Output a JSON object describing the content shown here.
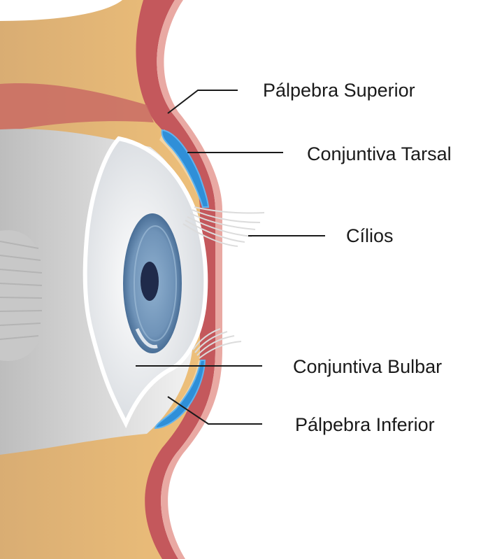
{
  "diagram": {
    "labels": {
      "upper_eyelid": "Pálpebra Superior",
      "tarsal_conjunctiva": "Conjuntiva Tarsal",
      "eyelashes": "Cílios",
      "bulbar_conjunctiva": "Conjuntiva Bulbar",
      "lower_eyelid": "Pálpebra Inferior"
    },
    "colors": {
      "skin": "#e9b96e",
      "muscle": "#c4585c",
      "conjunctiva": "#2f8fd8",
      "eyeball": "#d6d6d6",
      "iris": "#6f93b8",
      "pupil": "#1f2a4a",
      "background": "#ffffff"
    }
  }
}
